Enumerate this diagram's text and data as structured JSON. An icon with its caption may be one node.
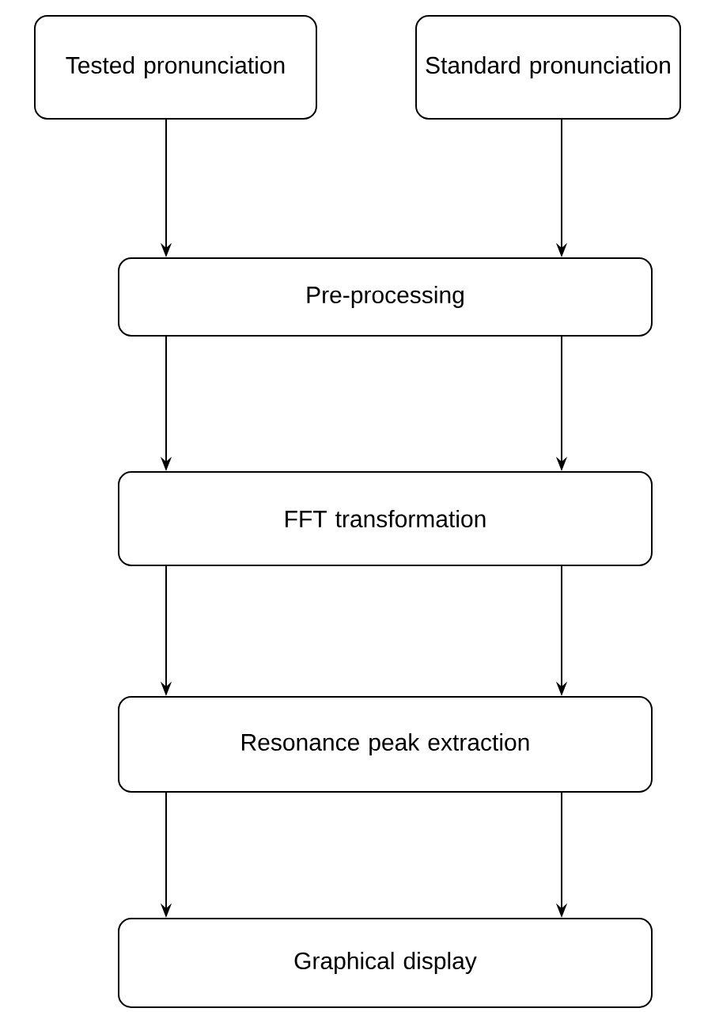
{
  "diagram": {
    "nodes": [
      {
        "text": [
          "Tested pronunciation"
        ]
      },
      {
        "text": [
          "Standard pronunciation"
        ]
      },
      {
        "text": [
          "Pre-processing"
        ]
      },
      {
        "text": [
          "FFT transformation"
        ]
      },
      {
        "text": [
          "Resonance peak extraction"
        ]
      },
      {
        "text": [
          "Graphical display"
        ]
      }
    ],
    "edges": [
      {
        "from": 0,
        "to": 2,
        "arrow": "to"
      },
      {
        "from": 1,
        "to": 2,
        "arrow": "to"
      },
      {
        "from": 2,
        "to": 3,
        "arrow": "to"
      },
      {
        "from": 2,
        "to": 3,
        "arrow": "to"
      },
      {
        "from": 3,
        "to": 4,
        "arrow": "to"
      },
      {
        "from": 3,
        "to": 4,
        "arrow": "to"
      },
      {
        "from": 4,
        "to": 5,
        "arrow": "to"
      },
      {
        "from": 4,
        "to": 5,
        "arrow": "to"
      }
    ]
  }
}
